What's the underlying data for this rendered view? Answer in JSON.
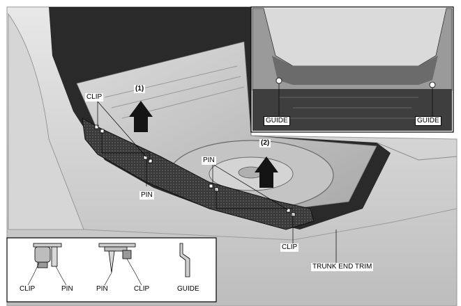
{
  "labels": {
    "clip": "CLIP",
    "pin": "PIN",
    "guide": "GUIDE",
    "trunk_end_trim": "TRUNK END TRIM",
    "step1": "(1)",
    "step2": "(2)"
  },
  "legend": {
    "items": [
      "CLIP",
      "PIN",
      "PIN",
      "CLIP",
      "GUIDE"
    ]
  },
  "colors": {
    "body": "#c9c9c9",
    "body_light": "#e6e6e6",
    "trim": "#3d3d3d",
    "dark": "#1e1e1e",
    "arrow": "#141414"
  }
}
